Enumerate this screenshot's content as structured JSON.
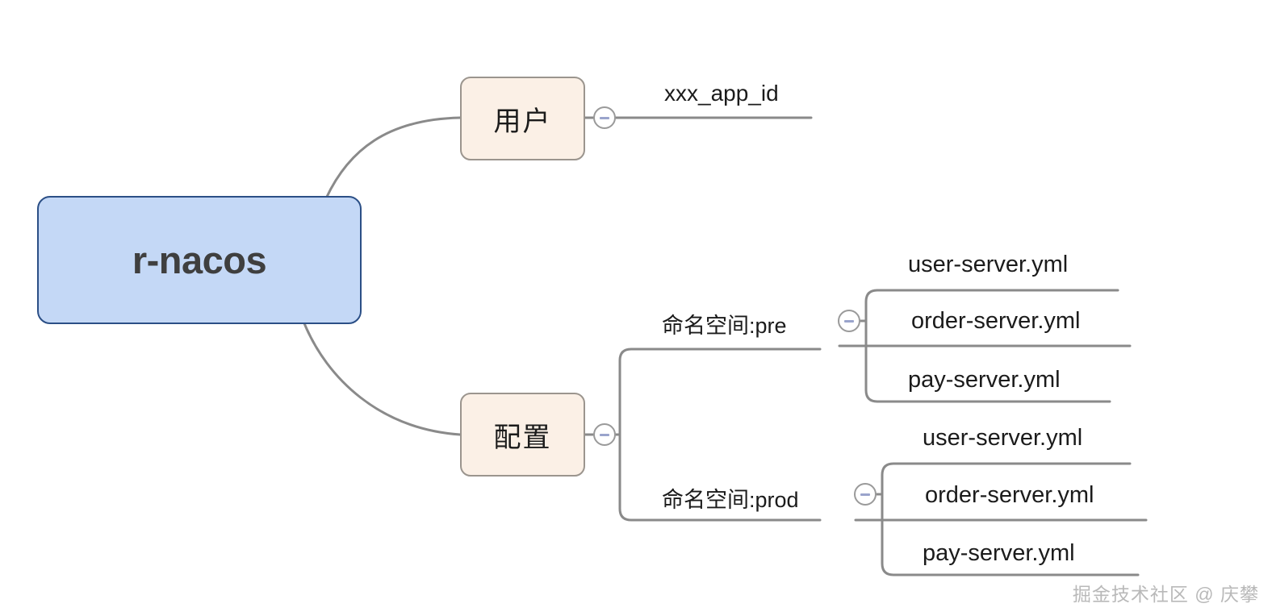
{
  "diagram": {
    "type": "mindmap",
    "root": {
      "label": "r-nacos",
      "fill": "#c4d8f6",
      "stroke": "#2b4f86"
    },
    "branches": [
      {
        "label": "用户",
        "fill": "#fbf0e6",
        "stroke": "#9b958e",
        "toggle": "collapse-minus-icon",
        "children": [
          {
            "label": "xxx_app_id"
          }
        ]
      },
      {
        "label": "配置",
        "fill": "#fbf0e6",
        "stroke": "#9b958e",
        "toggle": "collapse-minus-icon",
        "children": [
          {
            "label": "命名空间:pre",
            "toggle": "collapse-minus-icon",
            "children": [
              {
                "label": "user-server.yml"
              },
              {
                "label": "order-server.yml"
              },
              {
                "label": "pay-server.yml"
              }
            ]
          },
          {
            "label": "命名空间:prod",
            "toggle": "collapse-minus-icon",
            "children": [
              {
                "label": "user-server.yml"
              },
              {
                "label": "order-server.yml"
              },
              {
                "label": "pay-server.yml"
              }
            ]
          }
        ]
      }
    ],
    "connector_color": "#8a8a8a",
    "watermark": "掘金技术社区 @ 庆攀"
  }
}
